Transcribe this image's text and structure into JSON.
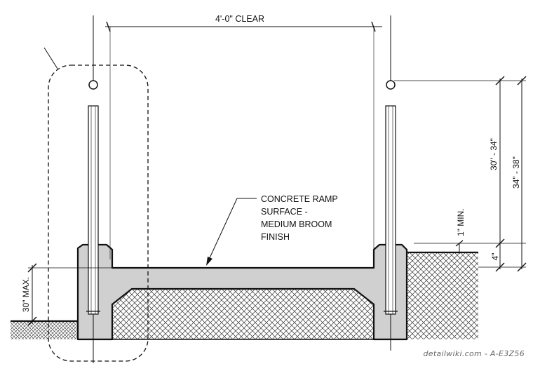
{
  "labels": {
    "clear_width": "4'-0\" CLEAR",
    "ramp_note": [
      "CONCRETE RAMP",
      "SURFACE -",
      "MEDIUM BROOM",
      "FINISH"
    ],
    "rail_height": "30\" - 34\"",
    "post_height": "34\" - 38\"",
    "min_gap": "1\" MIN.",
    "curb_height": "4\"",
    "max_height": "30\" MAX."
  },
  "credit": "detailwiki.com - A-E3Z56",
  "colors": {
    "line": "#111111",
    "concrete": "#d0d0d0",
    "hatch": "#333333"
  }
}
